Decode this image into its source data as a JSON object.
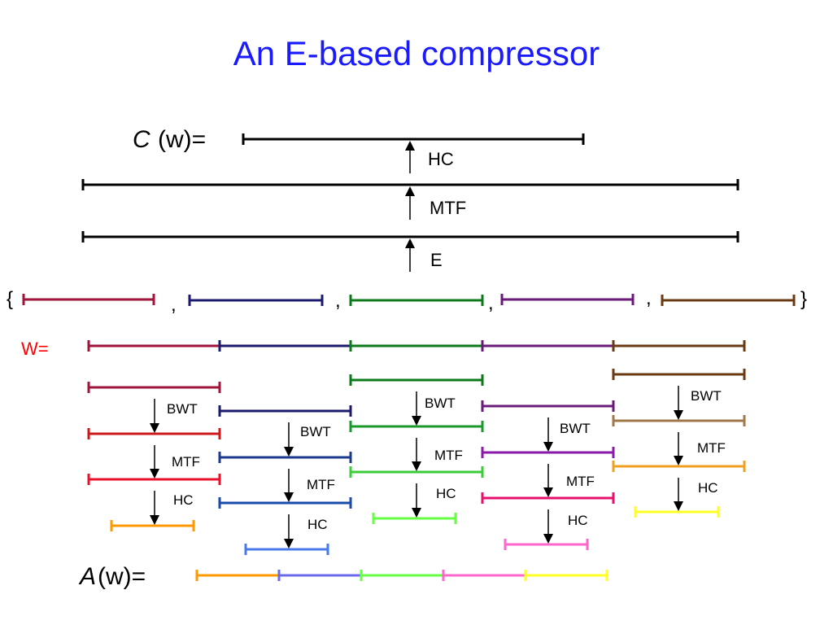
{
  "title": "An E-based compressor",
  "equations": {
    "c_symbol": "C",
    "c_rest": "(w)=",
    "a_symbol": "A",
    "a_rest": "(w)=",
    "w_label": "W="
  },
  "top_chain": {
    "labels": [
      "HC",
      "MTF",
      "E"
    ]
  },
  "set_row": {
    "open_brace": "{",
    "close_brace": "}",
    "separator": ",",
    "colors": [
      "#a0133a",
      "#1a1a6e",
      "#0a7a1a",
      "#6a1a7a",
      "#6b3a10"
    ]
  },
  "blocks": [
    {
      "stage_colors": [
        "#a0133a",
        "#a0133a",
        "#cc1a1a",
        "#e8102a",
        "#ff9900"
      ],
      "steps": [
        "BWT",
        "MTF",
        "HC"
      ]
    },
    {
      "stage_colors": [
        "#1a1a6e",
        "#1a1a6e",
        "#1a3a8a",
        "#1a4aaa",
        "#4a7ae8"
      ],
      "steps": [
        "BWT",
        "MTF",
        "HC"
      ]
    },
    {
      "stage_colors": [
        "#0a7a1a",
        "#0a7a1a",
        "#1a9a2a",
        "#3acc3a",
        "#66ff44"
      ],
      "steps": [
        "BWT",
        "MTF",
        "HC"
      ]
    },
    {
      "stage_colors": [
        "#6a1a7a",
        "#6a1a7a",
        "#8a1aa8",
        "#e8106a",
        "#ff66cc"
      ],
      "steps": [
        "BWT",
        "MTF",
        "HC"
      ]
    },
    {
      "stage_colors": [
        "#6b3a10",
        "#6b3a10",
        "#a0784a",
        "#f0a020",
        "#ffff22"
      ],
      "steps": [
        "BWT",
        "MTF",
        "HC"
      ]
    }
  ],
  "result_colors": [
    "#ff9900",
    "#6a6ae8",
    "#66ff44",
    "#ff66cc",
    "#ffff22"
  ]
}
